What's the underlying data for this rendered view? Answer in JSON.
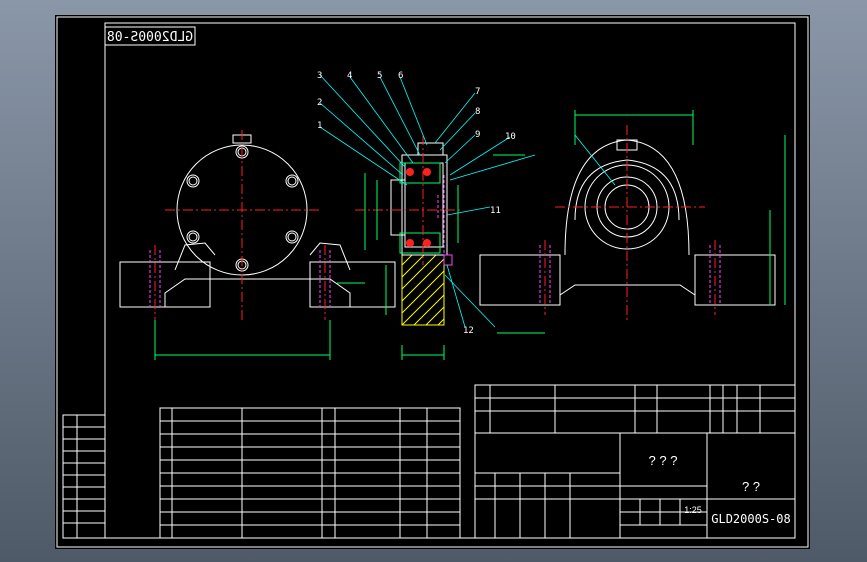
{
  "drawing_number": "GLD2000S-08",
  "title_block": {
    "project_name": "? ? ?",
    "part_name": "? ?",
    "scale": "1:25",
    "drawing_number": "GLD2000S-08"
  },
  "mirrored_stamp": "GLD2000S-08",
  "question_marks": "? ? ?",
  "balloons": [
    "1",
    "2",
    "3",
    "4",
    "5",
    "6",
    "7",
    "8",
    "9",
    "10",
    "11",
    "12"
  ],
  "colors": {
    "background": "#000000",
    "line": "#ffffff",
    "centerline": "#ff2020",
    "hidden": "#ff40ff",
    "dimension": "#00ff66",
    "leader": "#00ffff",
    "hatch": "#ffff00"
  }
}
